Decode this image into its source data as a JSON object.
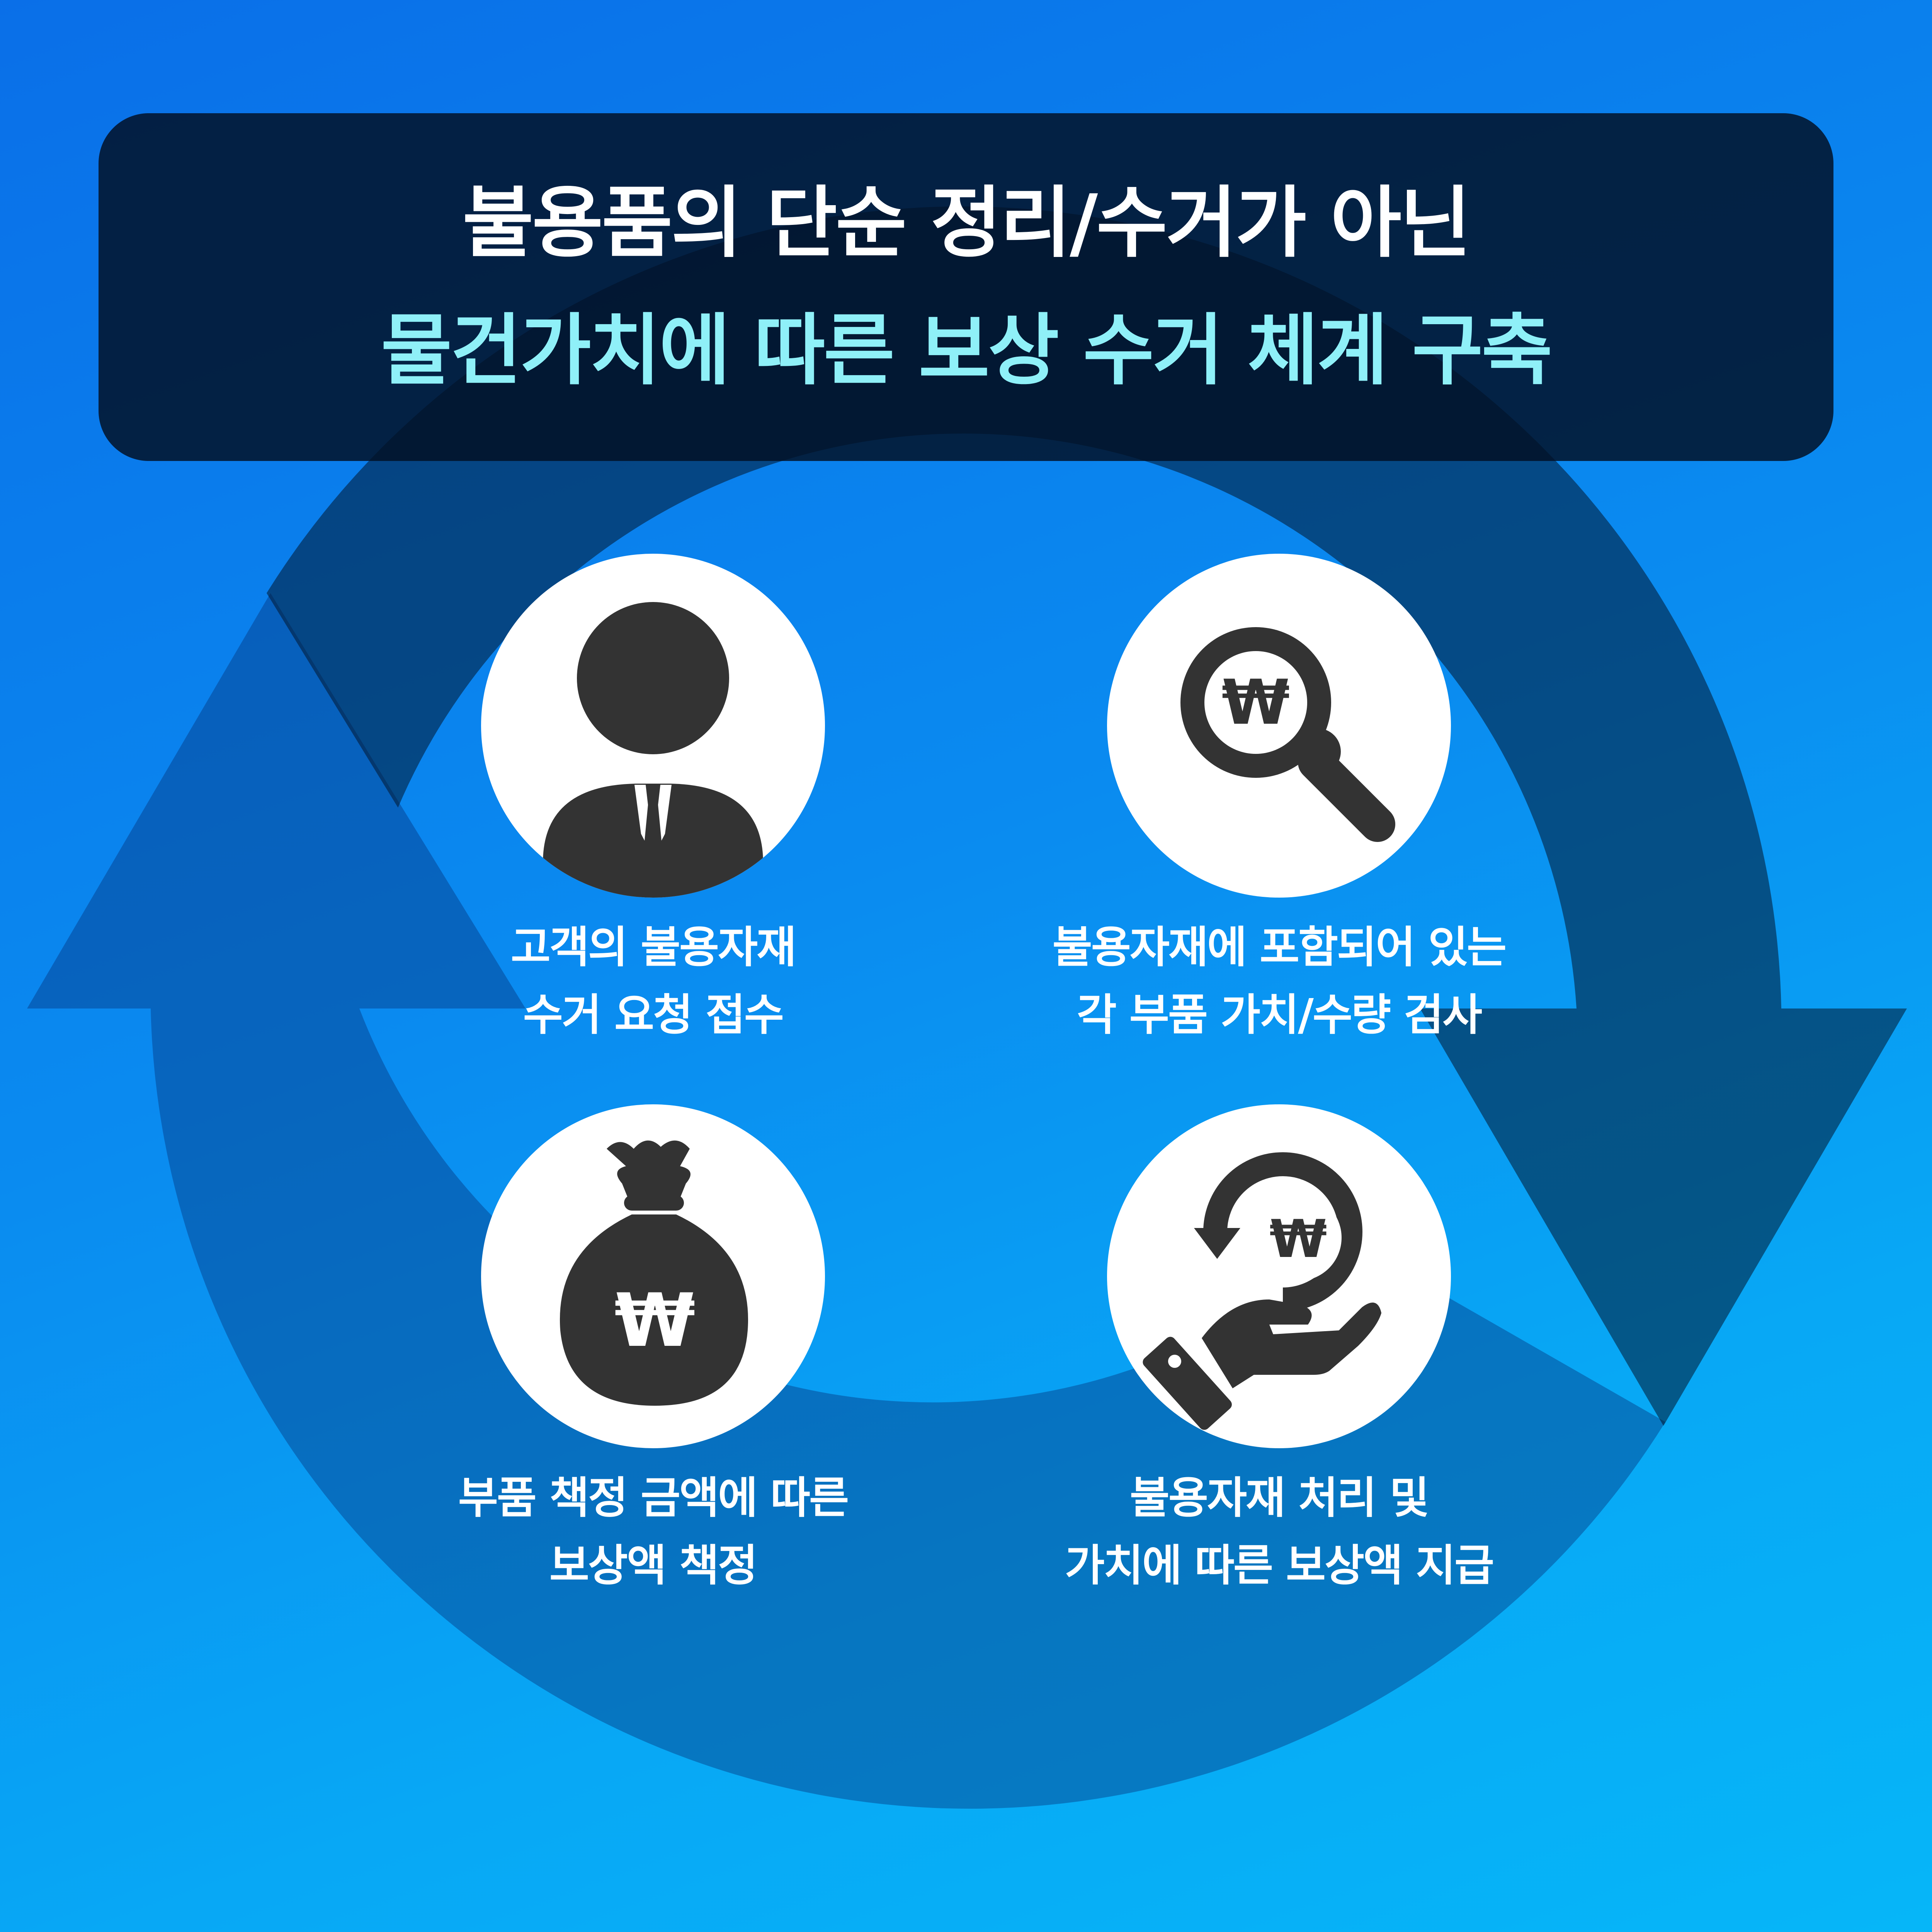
{
  "banner": {
    "line1": "불용품의 단순 정리/수거가 아닌",
    "line2": "물건가치에 따른 보상 수거 체계 구축"
  },
  "steps": [
    {
      "icon": "businessman-icon",
      "line1": "고객의 불용자재",
      "line2": "수거 요청 접수"
    },
    {
      "icon": "magnifier-won-icon",
      "line1": "불용자재에 포함되어 있는",
      "line2": "각 부품 가치/수량 검사"
    },
    {
      "icon": "money-bag-won-icon",
      "line1": "부품 책정 금액에 따른",
      "line2": "보상액 책정"
    },
    {
      "icon": "hand-won-coin-icon",
      "line1": "불용자재 처리 및",
      "line2": "가치에 따른 보상액 지급"
    }
  ],
  "won_symbol": "₩",
  "colors": {
    "background_top": "#0a6fe8",
    "background_bottom": "#06b6f8",
    "banner_bg": "#021024",
    "banner_line1": "#ffffff",
    "banner_line2": "#8ff0f8",
    "icon": "#333333",
    "circle": "#ffffff"
  }
}
